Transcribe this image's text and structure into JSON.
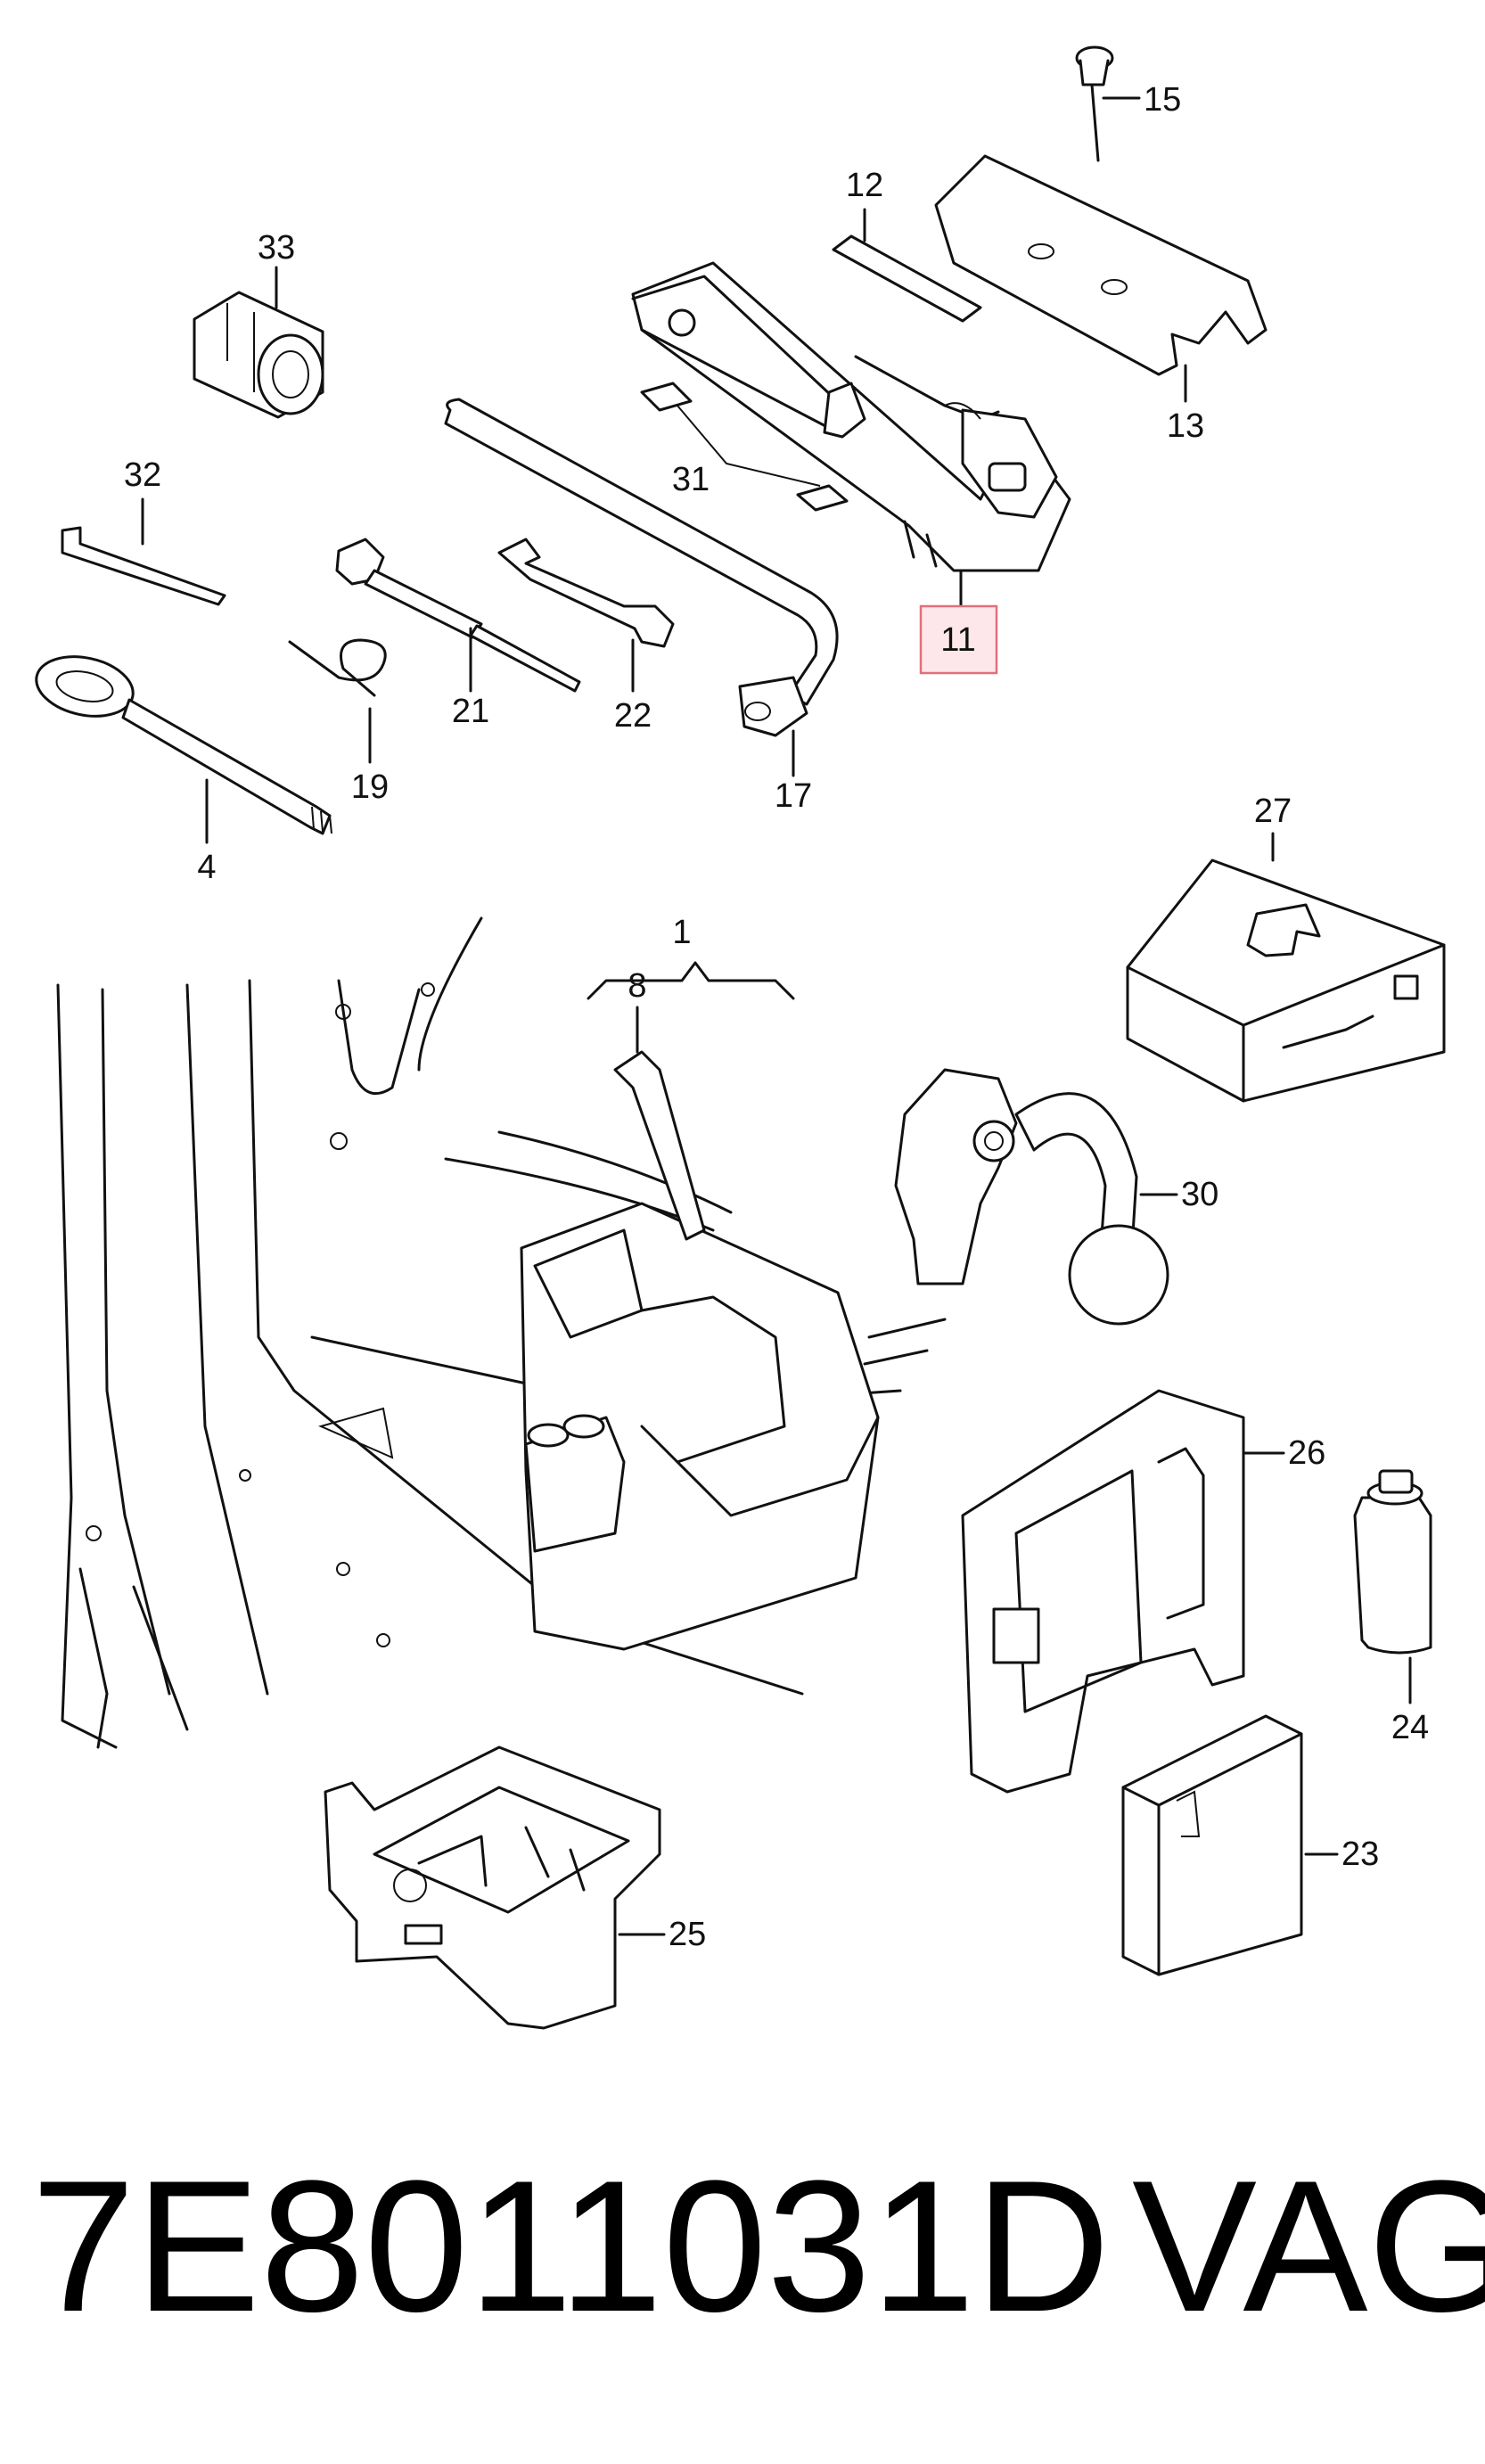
{
  "part_labels": {
    "p1": "1",
    "p4": "4",
    "p8": "8",
    "p11": "11",
    "p12": "12",
    "p13": "13",
    "p15": "15",
    "p17": "17",
    "p19": "19",
    "p21": "21",
    "p22": "22",
    "p23": "23",
    "p24": "24",
    "p25": "25",
    "p26": "26",
    "p27": "27",
    "p30": "30",
    "p31": "31",
    "p32": "32",
    "p33": "33"
  },
  "highlighted_part": "11",
  "caption": {
    "part_number": "7E8011031D",
    "brand": "VAG"
  },
  "colors": {
    "line": "#111111",
    "highlight_fill": "#fde7ea",
    "highlight_border": "#e0707c"
  }
}
